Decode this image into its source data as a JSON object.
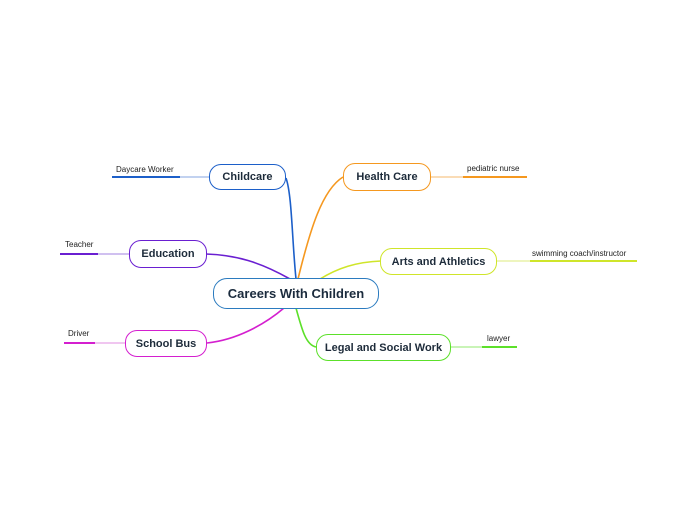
{
  "central": {
    "label": "Careers With Children",
    "color": "#2b7bbf"
  },
  "branches": [
    {
      "id": "childcare",
      "label": "Childcare",
      "color": "#1c5fc9",
      "leaf": "Daycare Worker"
    },
    {
      "id": "education",
      "label": "Education",
      "color": "#6a1fd1",
      "leaf": "Teacher"
    },
    {
      "id": "school-bus",
      "label": "School Bus",
      "color": "#d41fcf",
      "leaf": "Driver"
    },
    {
      "id": "health-care",
      "label": "Health Care",
      "color": "#f5981f",
      "leaf": "pediatric nurse"
    },
    {
      "id": "arts-athletics",
      "label": "Arts and Athletics",
      "color": "#cfe52a",
      "leaf": "swimming coach/instructor"
    },
    {
      "id": "legal-social",
      "label": "Legal and Social Work",
      "color": "#5ce02a",
      "leaf": "lawyer"
    }
  ]
}
